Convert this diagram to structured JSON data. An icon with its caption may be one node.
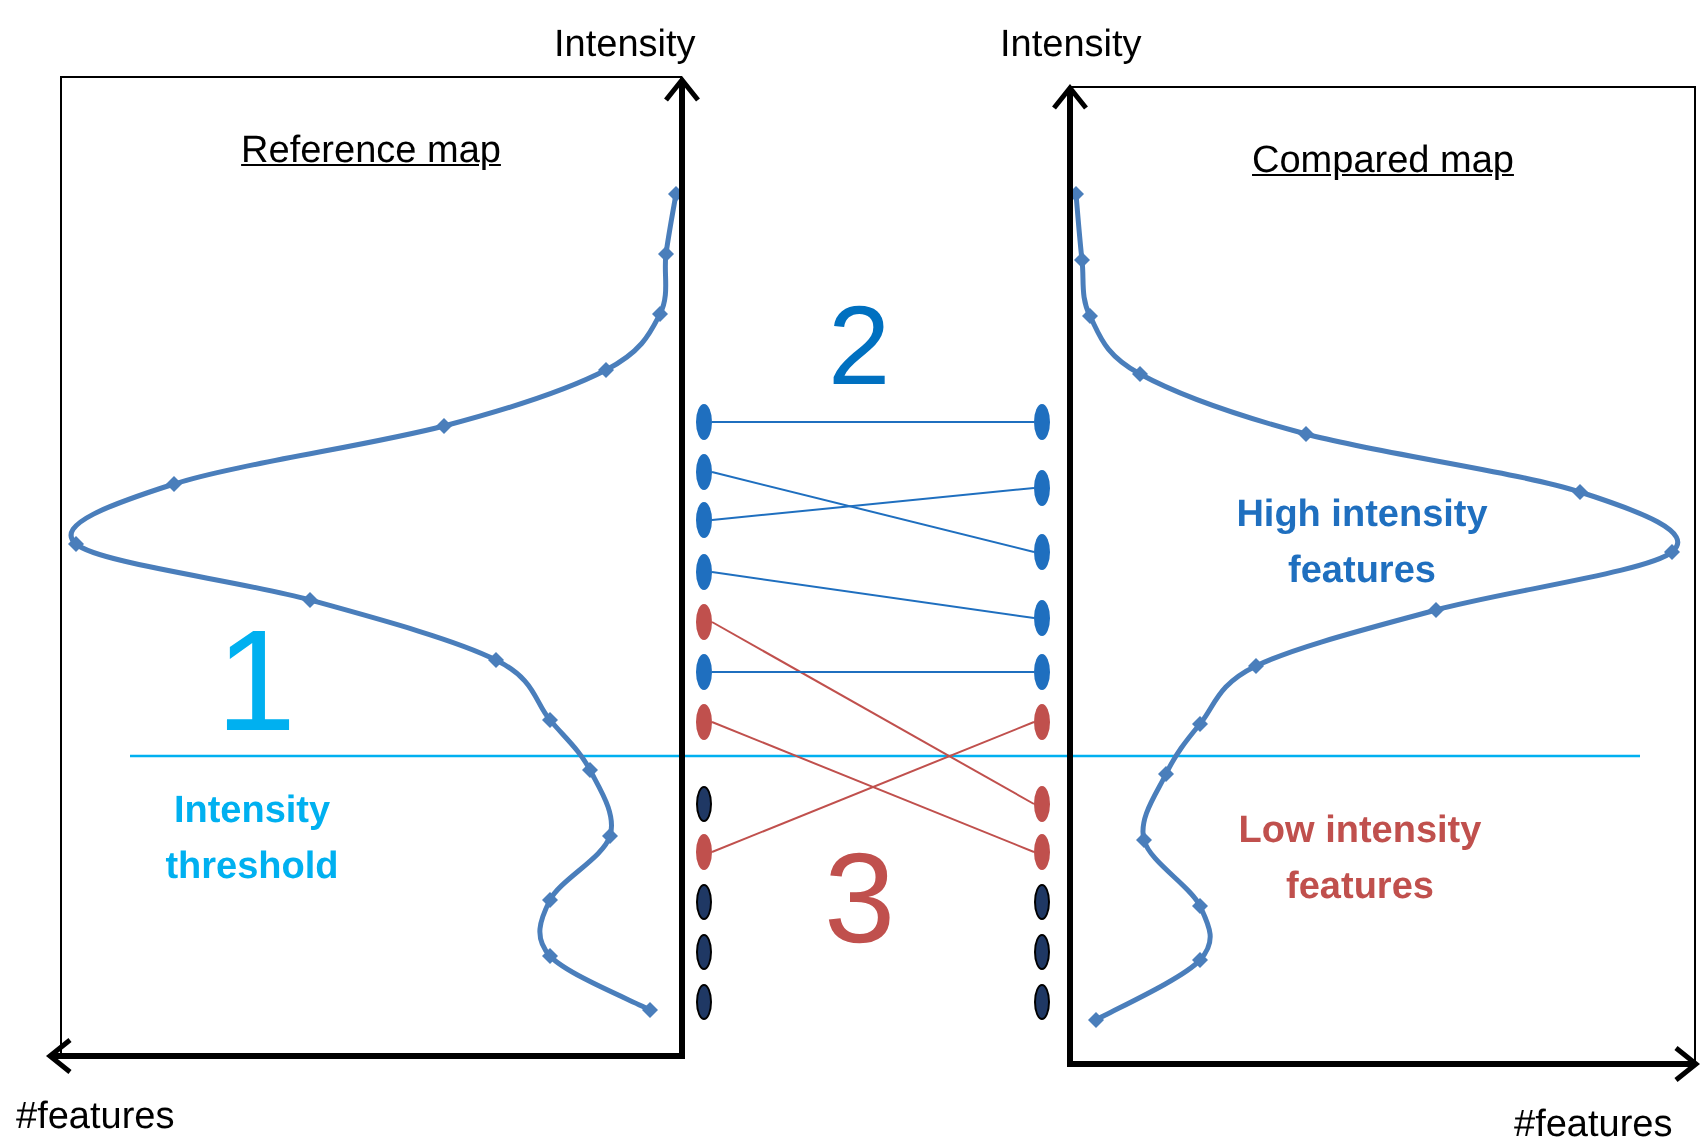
{
  "diagram": {
    "nodes": [
      {
        "text": [
          "Reference map"
        ]
      },
      {
        "text": [
          "Compared map"
        ]
      },
      {
        "text": [],
        "shape": "ellipse"
      },
      {
        "text": [],
        "shape": "ellipse"
      },
      {
        "text": [],
        "shape": "ellipse"
      },
      {
        "text": [],
        "shape": "ellipse"
      },
      {
        "text": [],
        "shape": "ellipse"
      },
      {
        "text": [],
        "shape": "ellipse"
      },
      {
        "text": [],
        "shape": "ellipse"
      },
      {
        "text": [],
        "shape": "ellipse"
      },
      {
        "text": [],
        "shape": "ellipse"
      },
      {
        "text": [],
        "shape": "ellipse"
      },
      {
        "text": [],
        "shape": "ellipse"
      },
      {
        "text": [],
        "shape": "ellipse"
      },
      {
        "text": [],
        "shape": "ellipse"
      },
      {
        "text": [],
        "shape": "ellipse"
      },
      {
        "text": [],
        "shape": "ellipse"
      },
      {
        "text": [],
        "shape": "ellipse"
      },
      {
        "text": [],
        "shape": "ellipse"
      },
      {
        "text": [],
        "shape": "ellipse"
      },
      {
        "text": [],
        "shape": "ellipse"
      },
      {
        "text": [],
        "shape": "ellipse"
      },
      {
        "text": [],
        "shape": "ellipse"
      },
      {
        "text": [],
        "shape": "ellipse"
      },
      {
        "text": [],
        "shape": "ellipse"
      }
    ],
    "edges": [
      {
        "from": 2,
        "to": 14,
        "arrow": "none"
      },
      {
        "from": 3,
        "to": 16,
        "arrow": "none"
      },
      {
        "from": 4,
        "to": 15,
        "arrow": "none"
      },
      {
        "from": 5,
        "to": 17,
        "arrow": "none"
      },
      {
        "from": 6,
        "to": 20,
        "arrow": "none",
        "color": "#c0504d"
      },
      {
        "from": 7,
        "to": 18,
        "arrow": "none"
      },
      {
        "from": 8,
        "to": 21,
        "arrow": "none",
        "color": "#c0504d"
      },
      {
        "from": 10,
        "to": 19,
        "arrow": "none",
        "color": "#c0504d"
      }
    ],
    "labels": [
      "Intensity",
      "Intensity",
      "2",
      "High intensity features",
      "1",
      "Intensity threshold",
      "Low intensity features",
      "3",
      "#features",
      "#features"
    ]
  }
}
